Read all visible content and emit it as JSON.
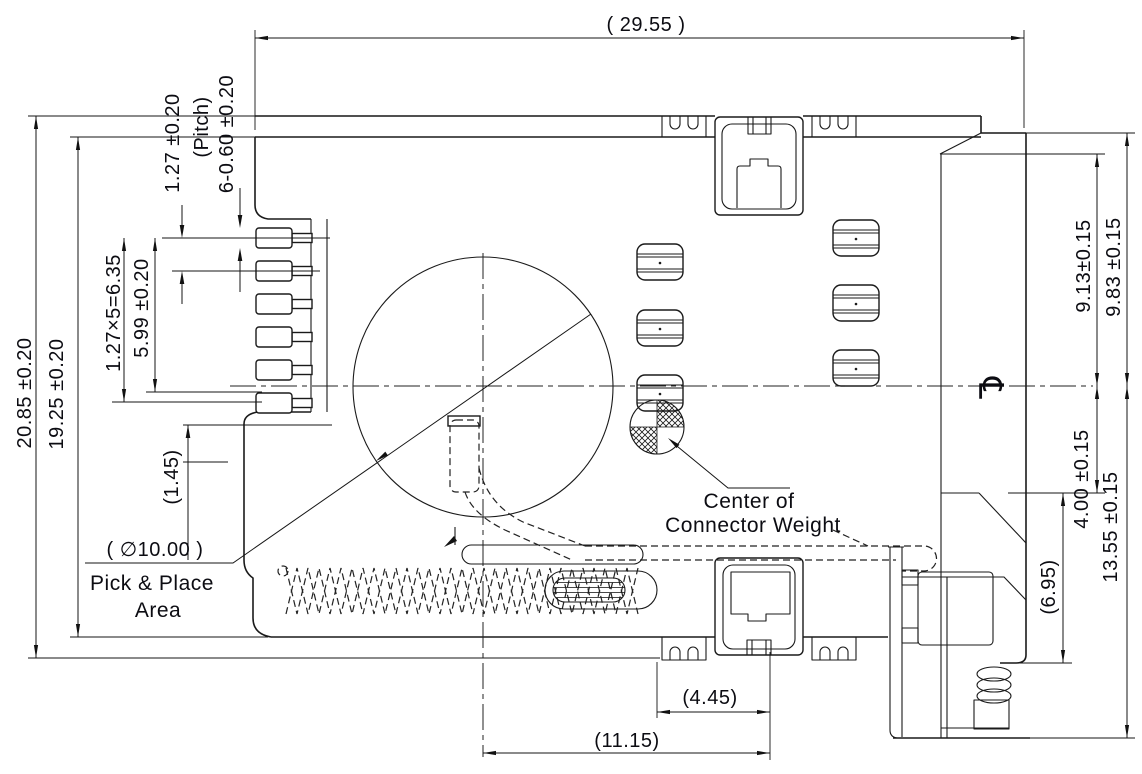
{
  "drawing": {
    "type": "connector-outline-dimension-drawing",
    "labels": {
      "pick_place_line1": "Pick & Place",
      "pick_place_line2": "Area",
      "weight_line1": "Center of",
      "weight_line2": "Connector Weight",
      "centerline_symbol": "℄"
    },
    "dimensions": {
      "width_total": "( 29.55 )",
      "pitch": "1.27 ±0.20",
      "pitch_note": "(Pitch)",
      "pin_width": "6-0.60 ±0.20",
      "pitch_total": "1.27×5=6.35",
      "pin_span": "5.99 ±0.20",
      "height_total": "20.85 ±0.20",
      "height_body": "19.25 ±0.20",
      "lever_gap": "(1.45)",
      "pick_area_diameter": "( ∅10.00 )",
      "upper_right_inner": "9.13±0.15",
      "upper_right_outer": "9.83 ±0.15",
      "lower_right_step": "4.00 ±0.15",
      "lower_right_total": "13.55 ±0.15",
      "bracket_height": "(6.95)",
      "weight_offset_x": "(4.45)",
      "lever_offset_x": "(11.15)"
    },
    "colors": {
      "line": "#1a1a1a",
      "background": "#ffffff"
    }
  }
}
